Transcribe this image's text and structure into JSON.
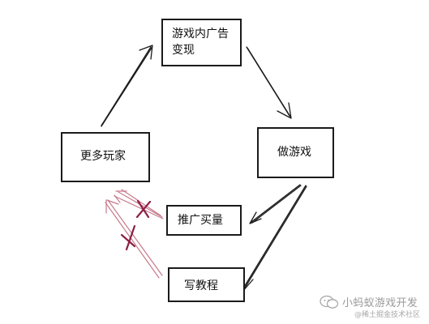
{
  "nodes": {
    "ads": "游戏内广告变现",
    "make_game": "做游戏",
    "more_players": "更多玩家",
    "promote": "推广买量",
    "tutorial": "写教程"
  },
  "watermark": {
    "title": "小蚂蚁游戏开发",
    "subtitle": "@稀土掘金技术社区"
  },
  "colors": {
    "ink": "#1b1b1b",
    "crossed_arrow": "#c77a8c",
    "cross_mark": "#8e1f45",
    "watermark": "#9a9a9a"
  }
}
